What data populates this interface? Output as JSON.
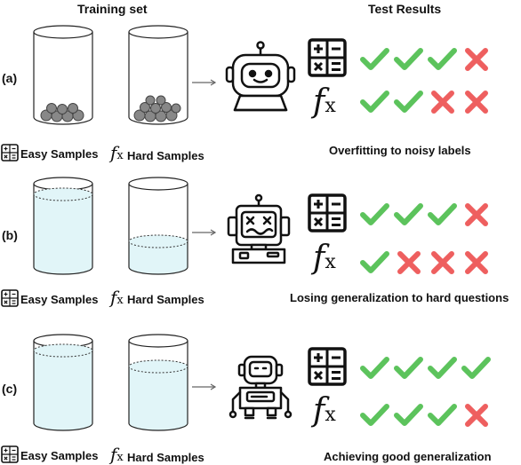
{
  "headers": {
    "training": "Training set",
    "test": "Test Results"
  },
  "rows": [
    {
      "label": "(a)",
      "caption": "Overfitting to noisy labels",
      "easy_legend": "Easy Samples",
      "hard_legend": "Hard Samples",
      "easy_results": [
        "check",
        "check",
        "check",
        "cross"
      ],
      "hard_results": [
        "check",
        "check",
        "cross",
        "cross"
      ]
    },
    {
      "label": "(b)",
      "caption": "Losing generalization to hard questions",
      "easy_legend": "Easy Samples",
      "hard_legend": "Hard Samples",
      "easy_results": [
        "check",
        "check",
        "check",
        "cross"
      ],
      "hard_results": [
        "check",
        "cross",
        "cross",
        "cross"
      ]
    },
    {
      "label": "(c)",
      "caption": "Achieving good generalization",
      "easy_legend": "Easy Samples",
      "hard_legend": "Hard Samples",
      "easy_results": [
        "check",
        "check",
        "check",
        "check"
      ],
      "hard_results": [
        "check",
        "check",
        "check",
        "cross"
      ]
    }
  ],
  "icons": {
    "easy": "calculator-icon",
    "hard": "function-fx-icon",
    "pass": "check-icon",
    "fail": "cross-icon"
  },
  "colors": {
    "check": "#5cc35c",
    "cross": "#ee5f5f",
    "water": "#e1f5f8"
  }
}
